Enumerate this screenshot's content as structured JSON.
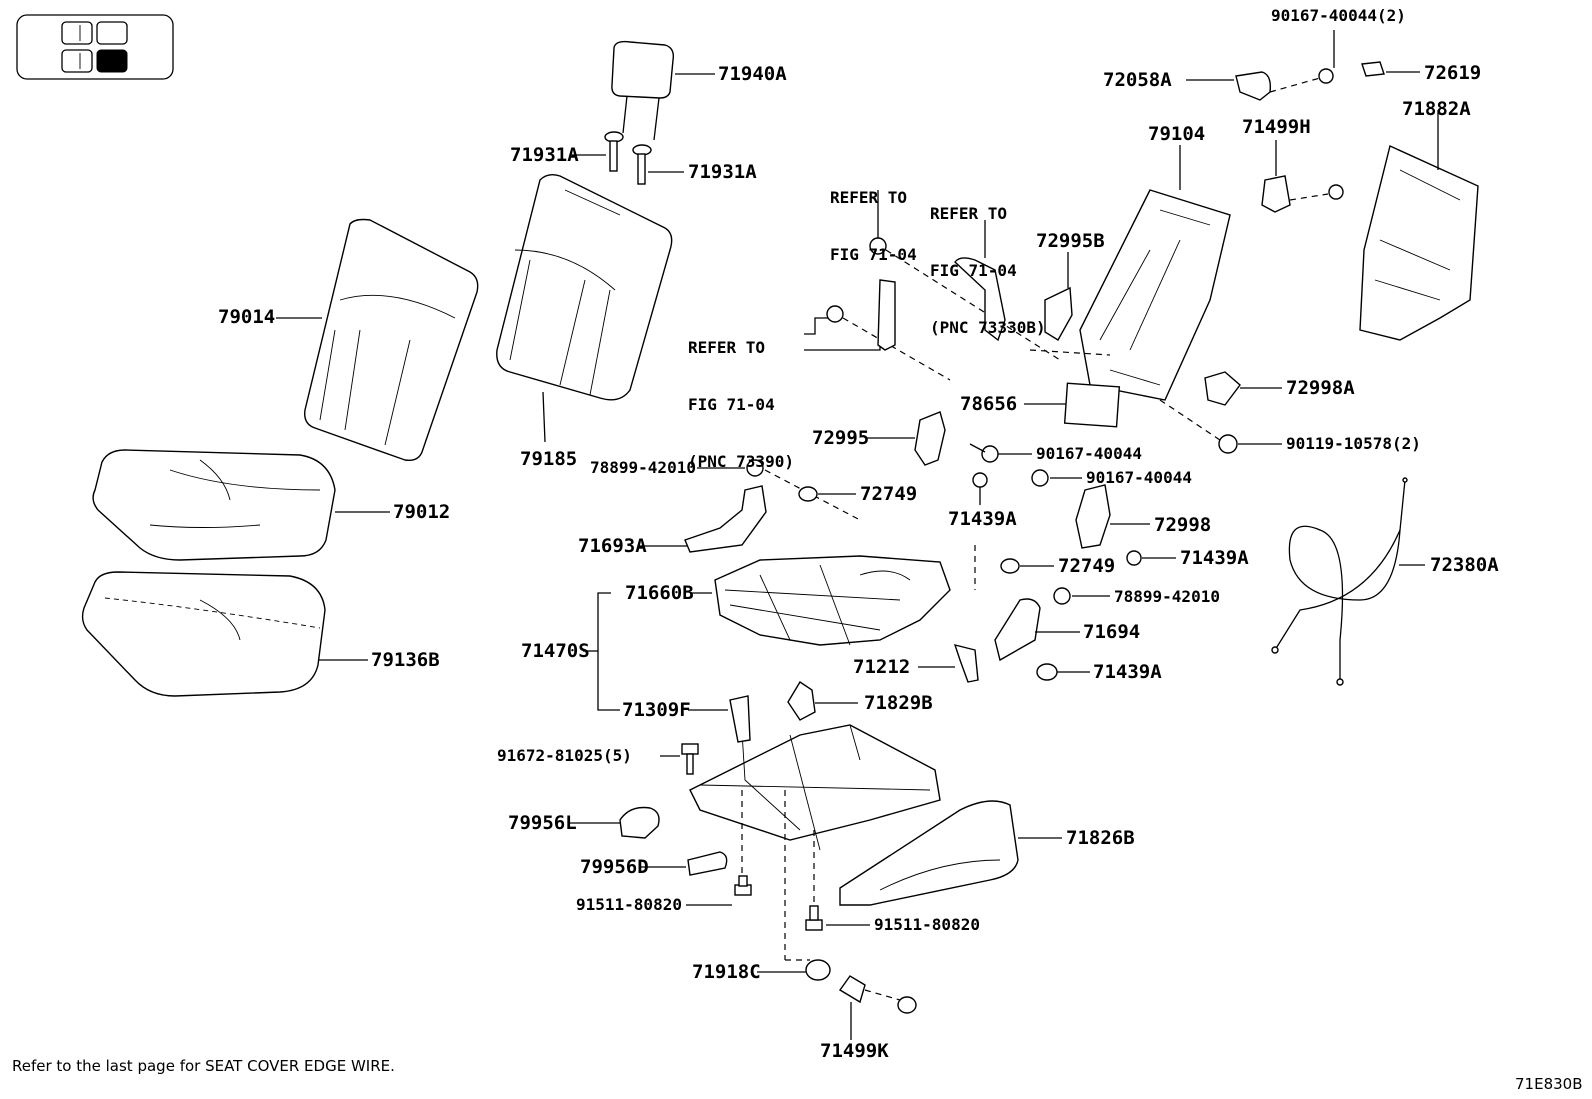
{
  "parts": {
    "p71940A": "71940A",
    "p71931A_l": "71931A",
    "p71931A_r": "71931A",
    "p79014": "79014",
    "p79185": "79185",
    "p79012": "79012",
    "p79136B": "79136B",
    "p78899_42010_a": "78899-42010",
    "p72749_a": "72749",
    "p71693A": "71693A",
    "p71660B": "71660B",
    "p71470S": "71470S",
    "p71309F": "71309F",
    "p91672": "91672-81025(5)",
    "p79956L": "79956L",
    "p79956D": "79956D",
    "p91511_a": "91511-80820",
    "p91511_b": "91511-80820",
    "p71918C": "71918C",
    "p71499K": "71499K",
    "p71829B": "71829B",
    "p71826B": "71826B",
    "p71212": "71212",
    "p71694": "71694",
    "p71439A_a": "71439A",
    "p71439A_b": "71439A",
    "p71439A_c": "71439A",
    "p72995": "72995",
    "p90167_40044_a": "90167-40044",
    "p90167_40044_b": "90167-40044",
    "p72998": "72998",
    "p72749_b": "72749",
    "p78899_42010_b": "78899-42010",
    "p78656": "78656",
    "p72995B": "72995B",
    "p79104": "79104",
    "p71499H": "71499H",
    "p72058A": "72058A",
    "p90167_40044_2": "90167-40044(2)",
    "p72619": "72619",
    "p71882A": "71882A",
    "p72998A": "72998A",
    "p90119": "90119-10578(2)",
    "p72380A": "72380A"
  },
  "refs": {
    "ref1": [
      "REFER TO",
      "FIG 71-04"
    ],
    "ref2": [
      "REFER TO",
      "FIG 71-04",
      "(PNC 73330B)"
    ],
    "ref3": [
      "REFER TO",
      "FIG 71-04",
      "(PNC 73390)"
    ]
  },
  "footnote": "Refer to the last page for SEAT COVER EDGE WIRE.",
  "figure_code": "71E830B"
}
